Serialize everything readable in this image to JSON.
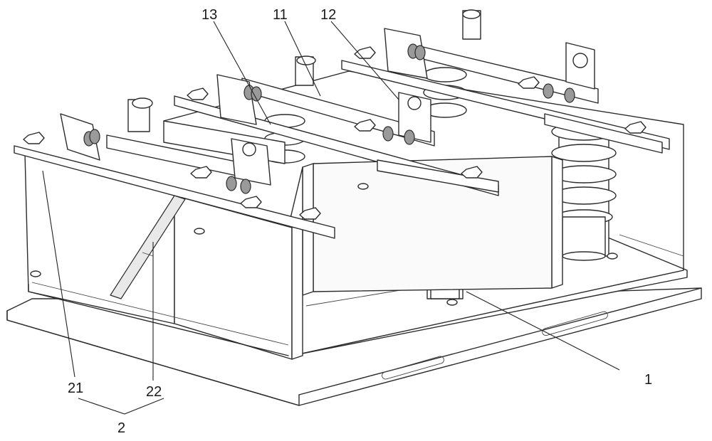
{
  "labels": {
    "l13": "13",
    "l11": "11",
    "l12": "12",
    "l21": "21",
    "l22": "22",
    "l2": "2",
    "l1": "1"
  }
}
